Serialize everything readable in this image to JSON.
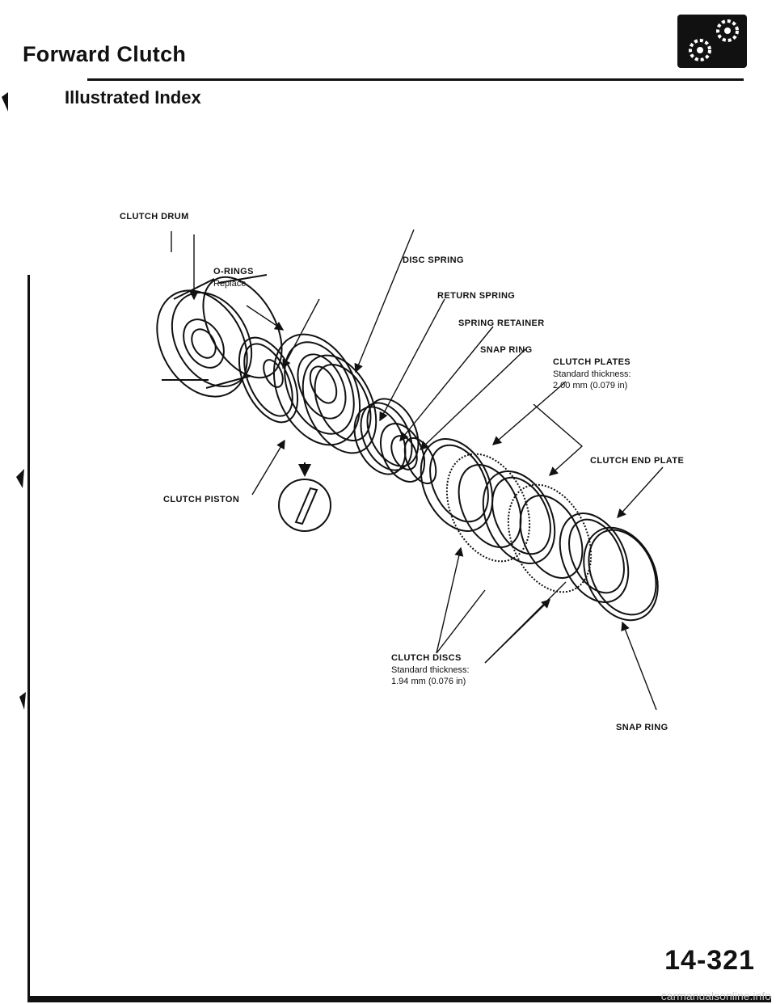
{
  "header": {
    "title": "Forward Clutch",
    "subtitle": "Illustrated Index",
    "icon": "transmission-gears-icon"
  },
  "labels": {
    "clutch_drum": "CLUTCH DRUM",
    "o_rings": "O-RINGS",
    "o_rings_note": "Replace.",
    "disc_spring": "DISC SPRING",
    "return_spring": "RETURN SPRING",
    "spring_retainer": "SPRING RETAINER",
    "snap_ring_top": "SNAP RING",
    "clutch_plates": "CLUTCH PLATES",
    "clutch_plates_note1": "Standard thickness:",
    "clutch_plates_note2": "2.00 mm (0.079 in)",
    "clutch_end_plate": "CLUTCH END PLATE",
    "clutch_piston": "CLUTCH PISTON",
    "clutch_discs": "CLUTCH DISCS",
    "clutch_discs_note1": "Standard thickness:",
    "clutch_discs_note2": "1.94 mm (0.076 in)",
    "snap_ring_bottom": "SNAP RING"
  },
  "footer": {
    "page_number": "14-321",
    "watermark": "carmanualsonline.info"
  }
}
